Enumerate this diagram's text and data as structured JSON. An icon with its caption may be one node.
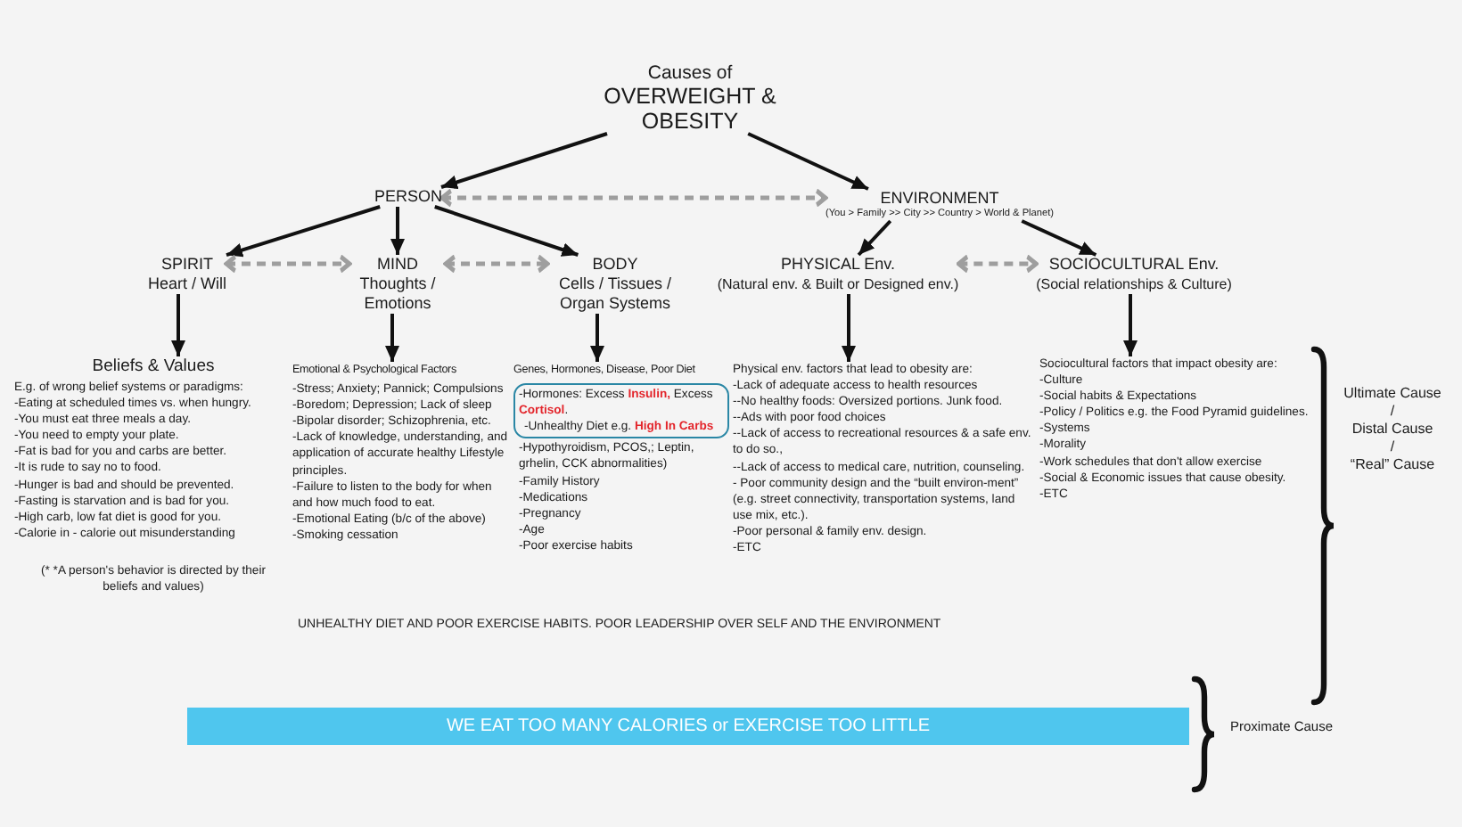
{
  "diagram": {
    "nodes": [
      {
        "text": [
          "Causes of",
          "OVERWEIGHT & OBESITY"
        ]
      },
      {
        "text": [
          "PERSON"
        ]
      },
      {
        "text": [
          "ENVIRONMENT",
          "(You > Family >> City >> Country > World & Planet)"
        ]
      },
      {
        "text": [
          "SPIRIT",
          "Heart / Will"
        ]
      },
      {
        "text": [
          "MIND",
          "Thoughts / Emotions"
        ]
      },
      {
        "text": [
          "BODY",
          "Cells / Tissues / Organ Systems"
        ]
      },
      {
        "text": [
          "PHYSICAL Env.",
          "(Natural env. & Built or Designed env.)"
        ]
      },
      {
        "text": [
          "SOCIOCULTURAL Env.",
          "(Social relationships & Culture)"
        ]
      },
      {
        "text": [
          "Beliefs & Values",
          "E.g. of wrong belief systems or paradigms:",
          "-Eating at scheduled times vs. when hungry.",
          "-You must eat three meals a day.",
          "-You need to empty your plate.",
          "-Fat is bad for you and carbs are better.",
          "-It is rude to say no to food.",
          "-Hunger is bad and should be prevented.",
          "-Fasting is starvation and is bad for you.",
          "-High carb, low fat diet is good for you.",
          "-Calorie in - calorie out misunderstanding",
          "(* *A person's behavior is directed by their beliefs and values)"
        ]
      },
      {
        "text": [
          "Emotional & Psychological Factors",
          "-Stress; Anxiety; Pannick; Compulsions",
          "-Boredom; Depression; Lack of sleep",
          "-Bipolar disorder; Schizophrenia, etc.",
          "-Lack of knowledge, understanding, and application of accurate healthy Lifestyle principles.",
          "-Failure to listen to the body for when and how much food to eat.",
          "-Emotional Eating (b/c of the above)",
          "-Smoking cessation"
        ]
      },
      {
        "text": [
          "Genes, Hormones, Disease, Poor Diet",
          "-Hypothyroidism, PCOS,; Leptin, grhelin, CCK abnormalities)",
          "-Family History",
          "-Medications",
          "-Pregnancy",
          "-Age",
          "-Poor exercise habits"
        ]
      },
      {
        "text": [
          "-Hormones: Excess **Insulin,** Excess **Cortisol**.",
          "-Unhealthy Diet e.g. **High In Carbs**"
        ],
        "in": 10
      },
      {
        "text": [
          "Physical env. factors that lead to obesity are:",
          "-Lack of adequate access to health resources",
          "--No healthy foods: Oversized portions. Junk food.",
          "--Ads with poor food choices",
          "--Lack of access to recreational resources & a safe env. to do so.,",
          "--Lack of access to medical care, nutrition, counseling.",
          "- Poor community design and the “built environ-ment” (e.g. street connectivity, transportation systems, land use mix, etc.).",
          "-Poor personal & family env. design.",
          "-ETC"
        ]
      },
      {
        "text": [
          "Sociocultural factors that impact obesity are:",
          "-Culture",
          "-Social habits & Expectations",
          "-Policy / Politics e.g. the Food Pyramid guidelines.",
          "-Systems",
          "-Morality",
          "-Work schedules that don't allow exercise",
          "-Social & Economic issues that cause obesity.",
          "-ETC"
        ]
      },
      {
        "text": [
          "WE EAT TOO MANY CALORIES or EXERCISE TOO LITTLE"
        ]
      }
    ],
    "edges": [
      {
        "from": 0,
        "to": 1,
        "arrow": "to"
      },
      {
        "from": 0,
        "to": 2,
        "arrow": "to"
      },
      {
        "from": 1,
        "to": 2,
        "arrow": "both",
        "style": "dashed",
        "color": "#9e9e9e"
      },
      {
        "from": 1,
        "to": 3,
        "arrow": "to"
      },
      {
        "from": 1,
        "to": 4,
        "arrow": "to"
      },
      {
        "from": 1,
        "to": 5,
        "arrow": "to"
      },
      {
        "from": 3,
        "to": 4,
        "arrow": "both",
        "style": "dashed",
        "color": "#9e9e9e"
      },
      {
        "from": 4,
        "to": 5,
        "arrow": "both",
        "style": "dashed",
        "color": "#9e9e9e"
      },
      {
        "from": 2,
        "to": 6,
        "arrow": "to"
      },
      {
        "from": 2,
        "to": 7,
        "arrow": "to"
      },
      {
        "from": 6,
        "to": 7,
        "arrow": "both",
        "style": "dashed",
        "color": "#9e9e9e"
      },
      {
        "from": 3,
        "to": 8,
        "arrow": "to"
      },
      {
        "from": 4,
        "to": 9,
        "arrow": "to"
      },
      {
        "from": 5,
        "to": 10,
        "arrow": "to"
      },
      {
        "from": 6,
        "to": 12,
        "arrow": "to"
      },
      {
        "from": 7,
        "to": 13,
        "arrow": "to"
      }
    ],
    "labels": [
      "Ultimate Cause / Distal Cause / “Real” Cause",
      "UNHEALTHY DIET AND POOR EXERCISE HABITS. POOR LEADERSHIP OVER SELF AND THE ENVIRONMENT",
      "Proximate Cause"
    ]
  }
}
